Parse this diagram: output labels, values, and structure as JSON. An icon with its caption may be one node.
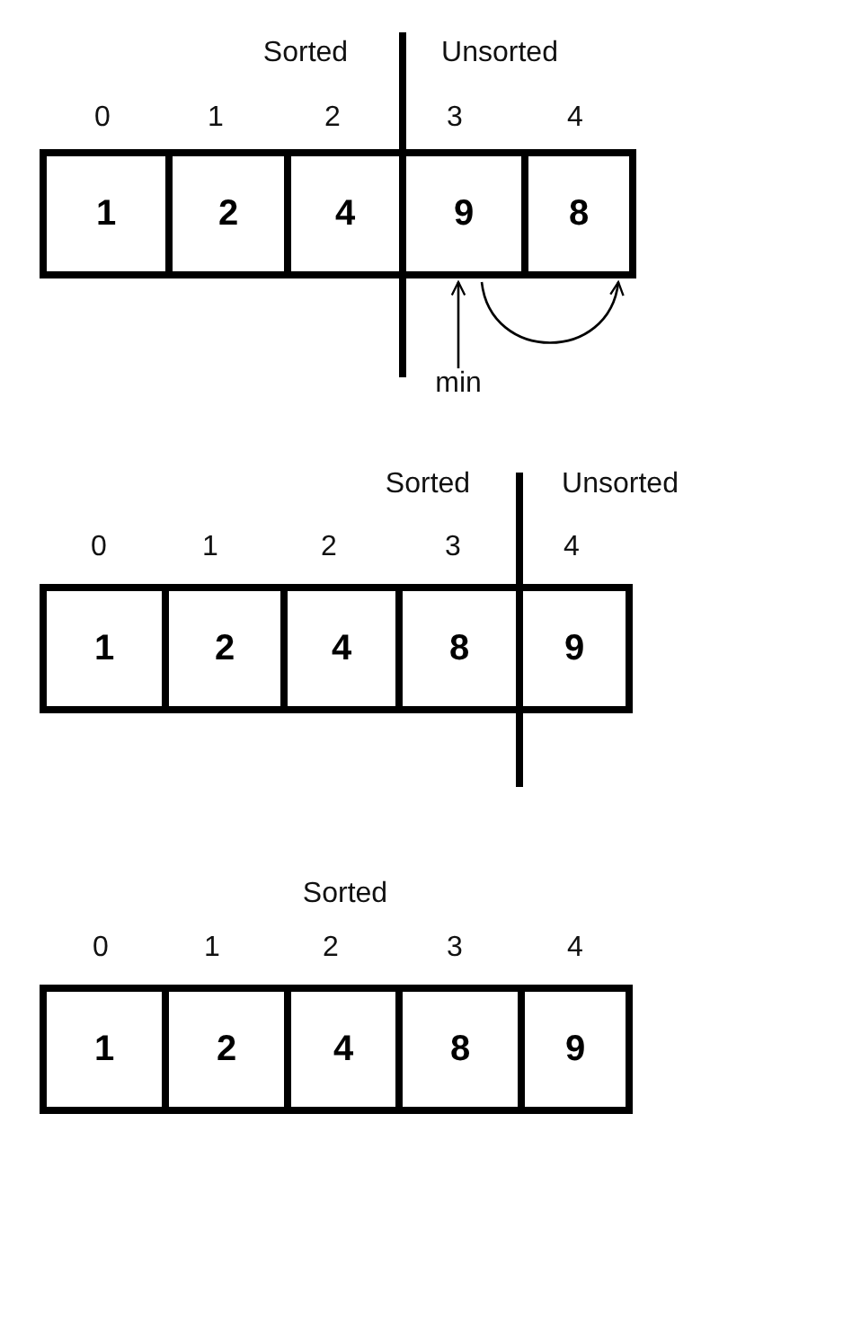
{
  "diagram": {
    "nodes": [
      {
        "text": [
          "1"
        ]
      },
      {
        "text": [
          "2"
        ]
      },
      {
        "text": [
          "4"
        ]
      },
      {
        "text": [
          "9"
        ]
      },
      {
        "text": [
          "8"
        ]
      },
      {
        "text": [
          "min"
        ]
      },
      {
        "text": [
          "1"
        ]
      },
      {
        "text": [
          "2"
        ]
      },
      {
        "text": [
          "4"
        ]
      },
      {
        "text": [
          "8"
        ]
      },
      {
        "text": [
          "9"
        ]
      },
      {
        "text": [
          "1"
        ]
      },
      {
        "text": [
          "2"
        ]
      },
      {
        "text": [
          "4"
        ]
      },
      {
        "text": [
          "8"
        ]
      },
      {
        "text": [
          "9"
        ]
      }
    ],
    "edges": [
      {
        "from": 5,
        "to": 3,
        "arrow": "to"
      },
      {
        "from": 3,
        "to": 4,
        "arrow": "to"
      }
    ],
    "labels": [
      "Sorted",
      "Unsorted",
      "0",
      "1",
      "2",
      "3",
      "4",
      "Sorted",
      "Unsorted",
      "0",
      "1",
      "2",
      "3",
      "4",
      "Sorted",
      "0",
      "1",
      "2",
      "3",
      "4"
    ]
  }
}
